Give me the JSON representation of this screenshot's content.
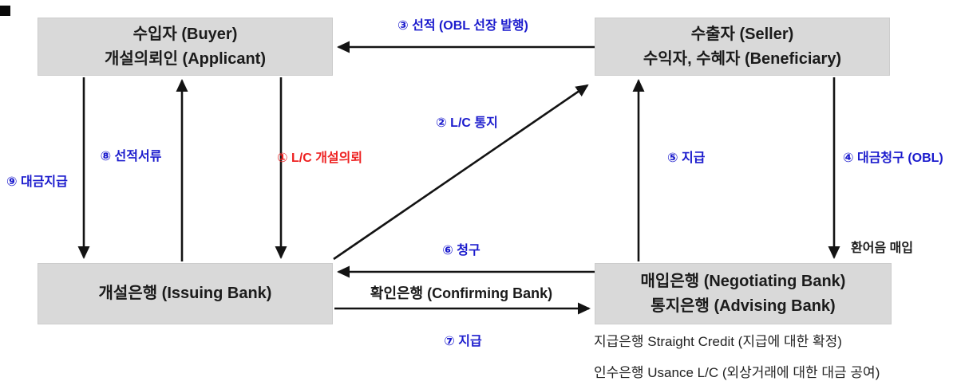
{
  "diagram": {
    "title": "L/C (Letter of Credit) transaction flow",
    "nodes": {
      "buyer": {
        "line1": "수입자 (Buyer)",
        "line2": "개설의뢰인 (Applicant)"
      },
      "seller": {
        "line1": "수출자 (Seller)",
        "line2": "수익자, 수혜자 (Beneficiary)"
      },
      "issuing_bank": {
        "line1": "개설은행 (Issuing Bank)"
      },
      "negotiating_bank": {
        "line1": "매입은행 (Negotiating Bank)",
        "line2": "통지은행 (Advising Bank)"
      }
    },
    "labels": {
      "step1": "① L/C 개설의뢰",
      "step2": "② L/C 통지",
      "step3": "③ 선적 (OBL 선장 발행)",
      "step4": "④ 대금청구 (OBL)",
      "step5": "⑤ 지급",
      "step6": "⑥ 청구",
      "step7": "⑦ 지급",
      "step8": "⑧ 선적서류",
      "step9": "⑨ 대금지급",
      "bill_purchase": "환어음 매입",
      "confirming_bank": "확인은행 (Confirming Bank)"
    },
    "notes": {
      "line1": "지급은행 Straight Credit (지급에 대한 확정)",
      "line2": "인수은행 Usance L/C (외상거래에 대한 대금 공여)"
    },
    "colors": {
      "label_blue": "#1b1bcd",
      "label_red": "#ee2222",
      "box_fill": "#d9d9d9",
      "line_black": "#131313"
    }
  }
}
